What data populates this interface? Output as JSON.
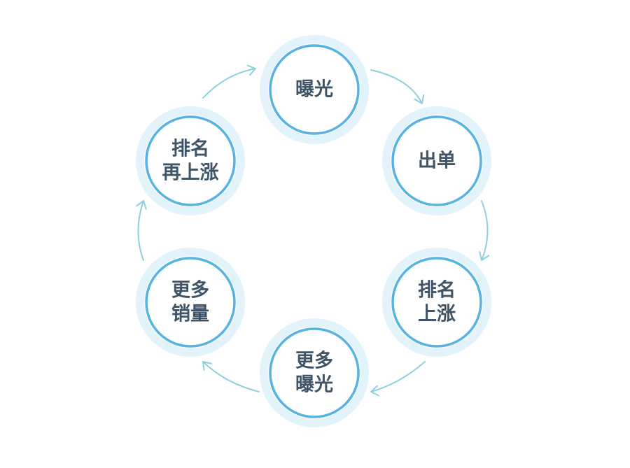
{
  "colors": {
    "circle_stroke": "#56b3e2",
    "halo": "#e2f3fb",
    "arrow": "#8fd0df",
    "text": "#3f5467"
  },
  "nodes": [
    {
      "id": "exposure",
      "lines": [
        "曝光"
      ]
    },
    {
      "id": "orders",
      "lines": [
        "出单"
      ]
    },
    {
      "id": "rank-up",
      "lines": [
        "排名",
        "上涨"
      ]
    },
    {
      "id": "more-exposure",
      "lines": [
        "更多",
        "曝光"
      ]
    },
    {
      "id": "more-sales",
      "lines": [
        "更多",
        "销量"
      ]
    },
    {
      "id": "rank-up-again",
      "lines": [
        "排名",
        "再上涨"
      ]
    }
  ],
  "edges": [
    {
      "from": "exposure",
      "to": "orders"
    },
    {
      "from": "orders",
      "to": "rank-up"
    },
    {
      "from": "rank-up",
      "to": "more-exposure"
    },
    {
      "from": "more-exposure",
      "to": "more-sales"
    },
    {
      "from": "more-sales",
      "to": "rank-up-again"
    },
    {
      "from": "rank-up-again",
      "to": "exposure"
    }
  ]
}
